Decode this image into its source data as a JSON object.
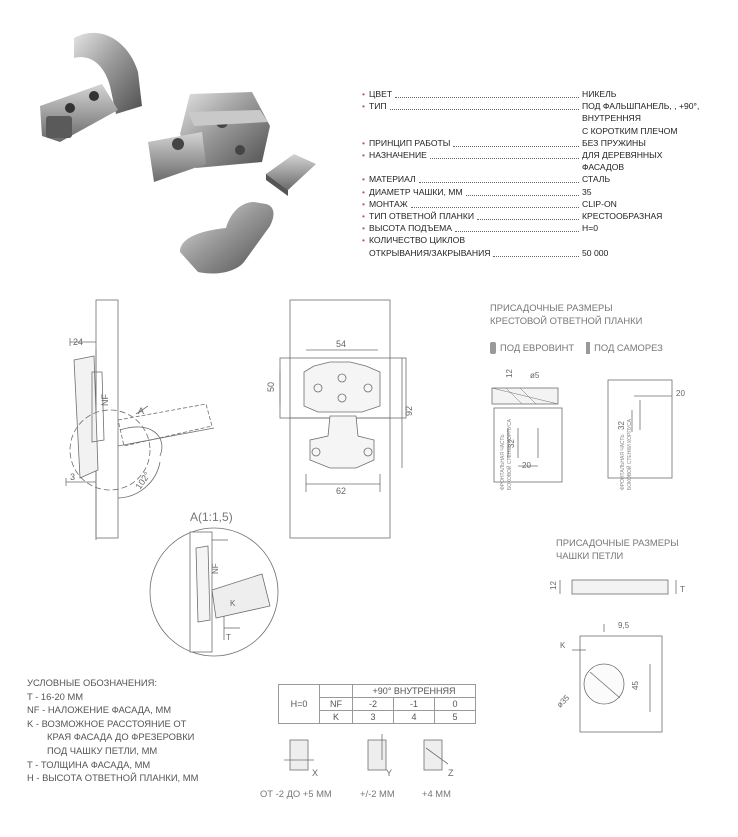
{
  "specs": [
    {
      "label": "ЦВЕТ",
      "values": [
        "НИКЕЛЬ"
      ]
    },
    {
      "label": "ТИП",
      "values": [
        "ПОД ФАЛЬШПАНЕЛЬ, , +90°,",
        "ВНУТРЕННЯЯ",
        "С КОРОТКИМ ПЛЕЧОМ"
      ]
    },
    {
      "label": "ПРИНЦИП РАБОТЫ",
      "values": [
        "БЕЗ ПРУЖИНЫ"
      ]
    },
    {
      "label": "НАЗНАЧЕНИЕ",
      "values": [
        "ДЛЯ ДЕРЕВЯННЫХ",
        "ФАСАДОВ"
      ]
    },
    {
      "label": "МАТЕРИАЛ",
      "values": [
        "СТАЛЬ"
      ]
    },
    {
      "label": " ДИАМЕТР ЧАШКИ, ММ",
      "values": [
        "35"
      ]
    },
    {
      "label": "МОНТАЖ",
      "values": [
        "CLIP-ON"
      ]
    },
    {
      "label": "ТИП ОТВЕТНОЙ ПЛАНКИ",
      "values": [
        "КРЕСТООБРАЗНАЯ"
      ]
    },
    {
      "label": "ВЫСОТА ПОДЪЕМА",
      "values": [
        "H=0"
      ]
    }
  ],
  "spec_cycles": {
    "label1": "КОЛИЧЕСТВО ЦИКЛОВ",
    "label2": "ОТКРЫВАНИЯ/ЗАКРЫВАНИЯ",
    "value": "50 000"
  },
  "mounting": {
    "title1": "ПРИСАДОЧНЫЕ РАЗМЕРЫ",
    "title2": "КРЕСТОВОЙ ОТВЕТНОЙ ПЛАНКИ",
    "euro_screw": "ПОД ЕВРОВИНТ",
    "self_tap": "ПОД САМОРЕЗ",
    "d5": "ø5",
    "d12": "12",
    "d32a": "32",
    "d20a": "20",
    "d32b": "32",
    "d20b": "20",
    "side1": "ФРОНТАЛЬНАЯ ЧАСТЬ",
    "side2": "БОКОВОЙ СТЕНКИ КОРПУСА"
  },
  "cup": {
    "title1": "ПРИСАДОЧНЫЕ РАЗМЕРЫ",
    "title2": "ЧАШКИ ПЕТЛИ",
    "d12": "12",
    "t": "T",
    "d95": "9,5",
    "k": "K",
    "d45": "45",
    "d35": "ø35"
  },
  "side_view": {
    "d24": "24",
    "nf": "NF",
    "a": "A",
    "d3": "3",
    "angle": "102°"
  },
  "front_view": {
    "d54": "54",
    "d50": "50",
    "d92": "92",
    "d62": "62"
  },
  "detail": {
    "title": "A(1:1,5)",
    "nf": "NF",
    "k": "K",
    "t": "T"
  },
  "legend": {
    "title": "УСЛОВНЫЕ ОБОЗНАЧЕНИЯ:",
    "lines": [
      "T - 16-20 ММ",
      "NF - НАЛОЖЕНИЕ ФАСАДА, ММ",
      "K - ВОЗМОЖНОЕ РАССТОЯНИЕ ОТ",
      "КРАЯ ФАСАДА ДО ФРЕЗЕРОВКИ",
      "ПОД ЧАШКУ ПЕТЛИ, ММ",
      "T - ТОЛЩИНА ФАСАДА, ММ",
      "H - ВЫСОТА ОТВЕТНОЙ ПЛАНКИ, ММ"
    ]
  },
  "table": {
    "h": "H=0",
    "header": "+90° ВНУТРЕННЯЯ",
    "nf": "NF",
    "k": "K",
    "nf_values": [
      "-2",
      "-1",
      "0"
    ],
    "k_values": [
      "3",
      "4",
      "5"
    ]
  },
  "adjust": {
    "x": "X",
    "y": "Y",
    "z": "Z",
    "x_range": "ОТ -2 ДО +5 ММ",
    "y_range": "+/-2 ММ",
    "z_range": "+4 ММ"
  },
  "colors": {
    "accent": "#c44d8f",
    "line": "#6f6f6f",
    "metal": "#a8a8a8"
  }
}
